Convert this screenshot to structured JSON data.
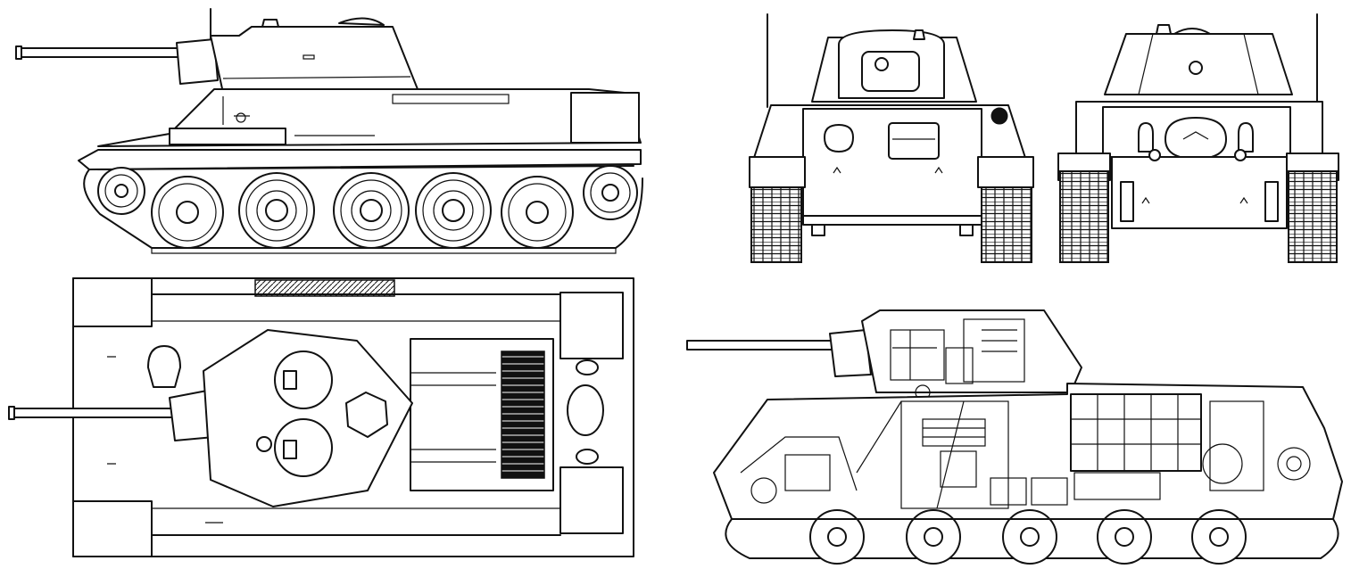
{
  "drawing": {
    "views": [
      {
        "id": "side",
        "kind": "side-elevation"
      },
      {
        "id": "front",
        "kind": "front-elevation"
      },
      {
        "id": "rear",
        "kind": "rear-elevation"
      },
      {
        "id": "top",
        "kind": "plan-view"
      },
      {
        "id": "cutaway",
        "kind": "side-cutaway"
      }
    ],
    "line_color": "#111111",
    "paper_color": "#ffffff"
  }
}
